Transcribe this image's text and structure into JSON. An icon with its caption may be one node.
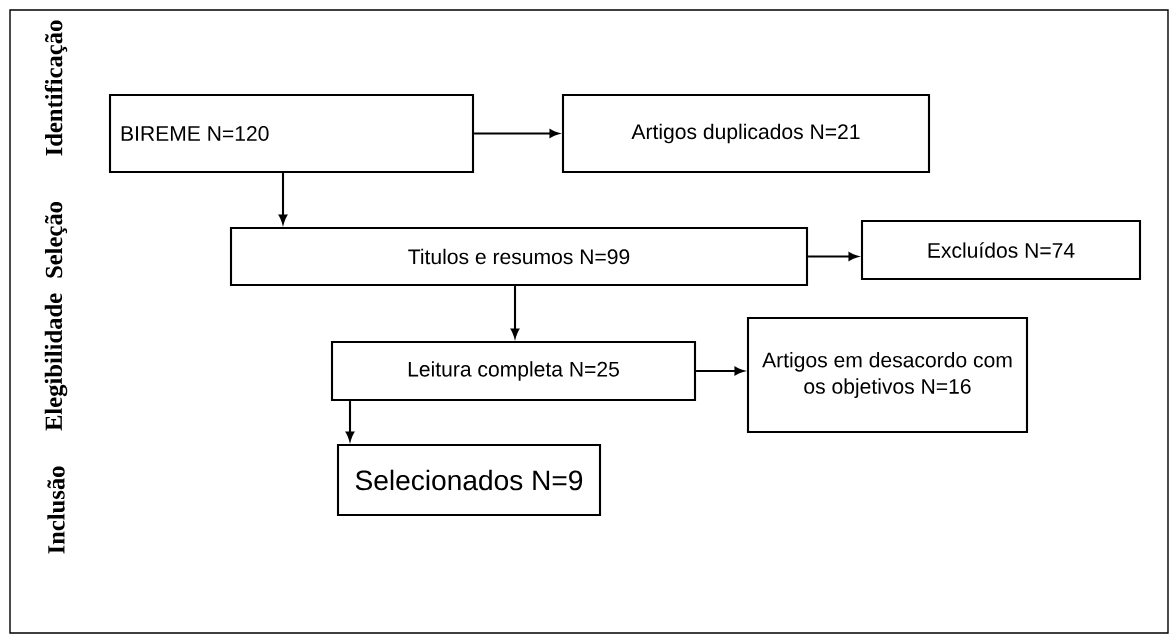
{
  "diagram": {
    "nodes": [
      {
        "text": [
          "BIREME N=120"
        ]
      },
      {
        "text": [
          "Artigos duplicados N=21"
        ]
      },
      {
        "text": [
          "Titulos e resumos N=99"
        ]
      },
      {
        "text": [
          "Excluídos N=74"
        ]
      },
      {
        "text": [
          "Leitura completa N=25"
        ]
      },
      {
        "text": [
          "Artigos em desacordo com os objetivos N=16"
        ]
      },
      {
        "text": [
          "Selecionados N=9"
        ]
      }
    ],
    "edges": [
      {
        "from": 0,
        "to": 1,
        "arrow": "to"
      },
      {
        "from": 0,
        "to": 2,
        "arrow": "to"
      },
      {
        "from": 2,
        "to": 3,
        "arrow": "to"
      },
      {
        "from": 2,
        "to": 4,
        "arrow": "to"
      },
      {
        "from": 4,
        "to": 5,
        "arrow": "to"
      },
      {
        "from": 4,
        "to": 6,
        "arrow": "to"
      }
    ],
    "labels": [
      "Identificação",
      "Seleção",
      "Elegibilidade",
      "Inclusão"
    ]
  }
}
